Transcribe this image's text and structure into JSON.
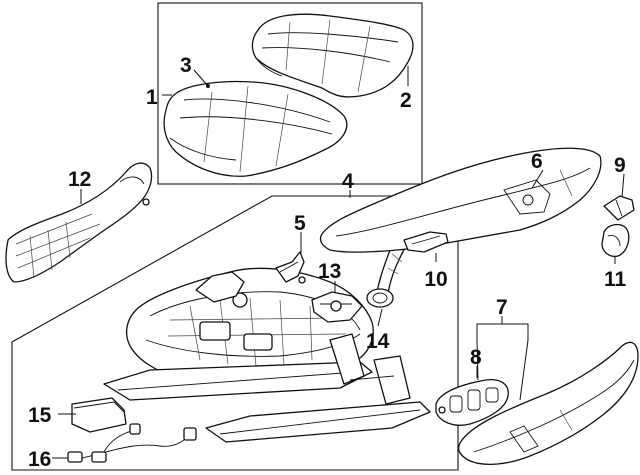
{
  "callouts": {
    "c1": "1",
    "c2": "2",
    "c3": "3",
    "c4": "4",
    "c5": "5",
    "c6": "6",
    "c7": "7",
    "c8": "8",
    "c9": "9",
    "c10": "10",
    "c11": "11",
    "c12": "12",
    "c13": "13",
    "c14": "14",
    "c15": "15",
    "c16": "16"
  },
  "colors": {
    "line": "#111111",
    "background": "#ffffff"
  }
}
